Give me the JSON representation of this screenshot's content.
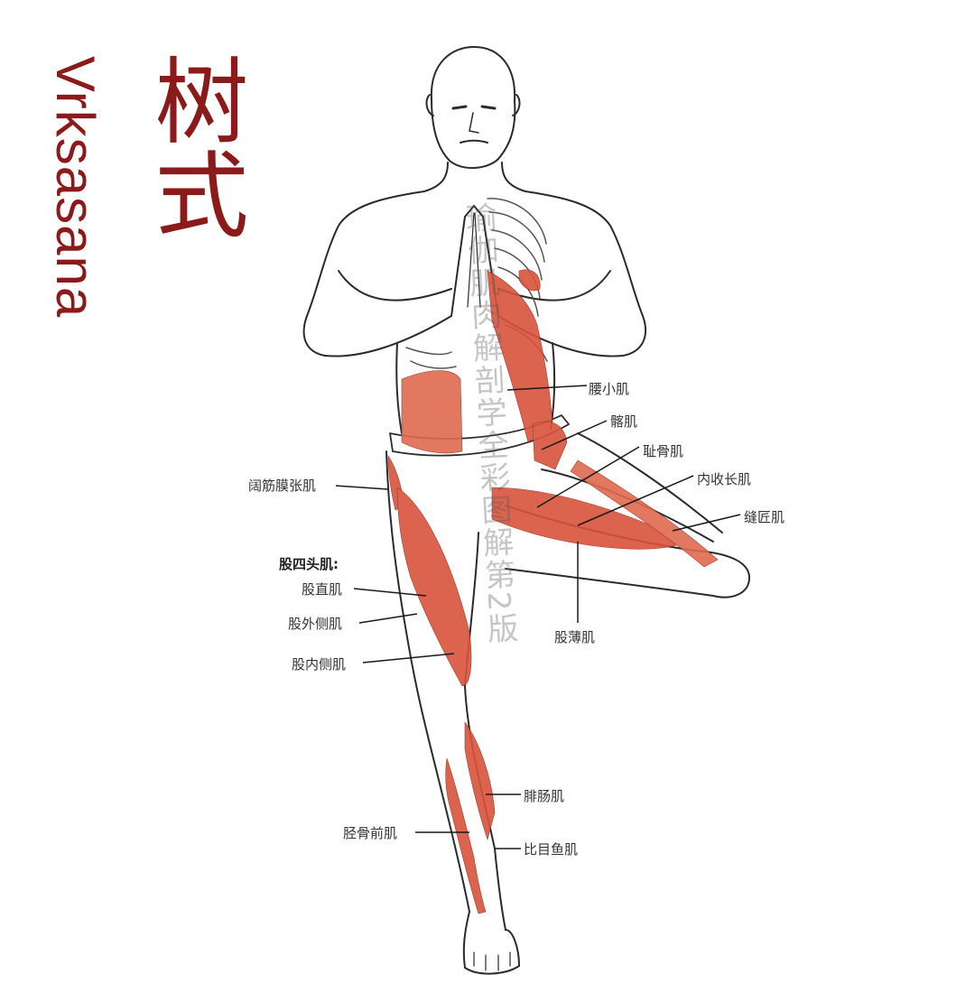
{
  "title": {
    "chinese": "树式",
    "sanskrit": "Vrksasana"
  },
  "colors": {
    "title": "#8b1a1a",
    "muscle": "#d9543c",
    "muscle_light": "#e98a72",
    "outline": "#2b2b2b",
    "label_text": "#333333"
  },
  "labels": {
    "psoas_minor": "腰小肌",
    "iliacus": "髂肌",
    "pectineus": "耻骨肌",
    "adductor_longus": "内收长肌",
    "sartorius": "缝匠肌",
    "tensor_fasciae_latae": "阔筋膜张肌",
    "quadriceps_heading": "股四头肌:",
    "rectus_femoris": "股直肌",
    "vastus_lateralis": "股外侧肌",
    "vastus_medialis": "股内侧肌",
    "gracilis": "股薄肌",
    "gastrocnemius": "腓肠肌",
    "tibialis_anterior": "胫骨前肌",
    "soleus": "比目鱼肌"
  },
  "watermark": "瑜伽肌肉解剖学全彩图解第2版"
}
